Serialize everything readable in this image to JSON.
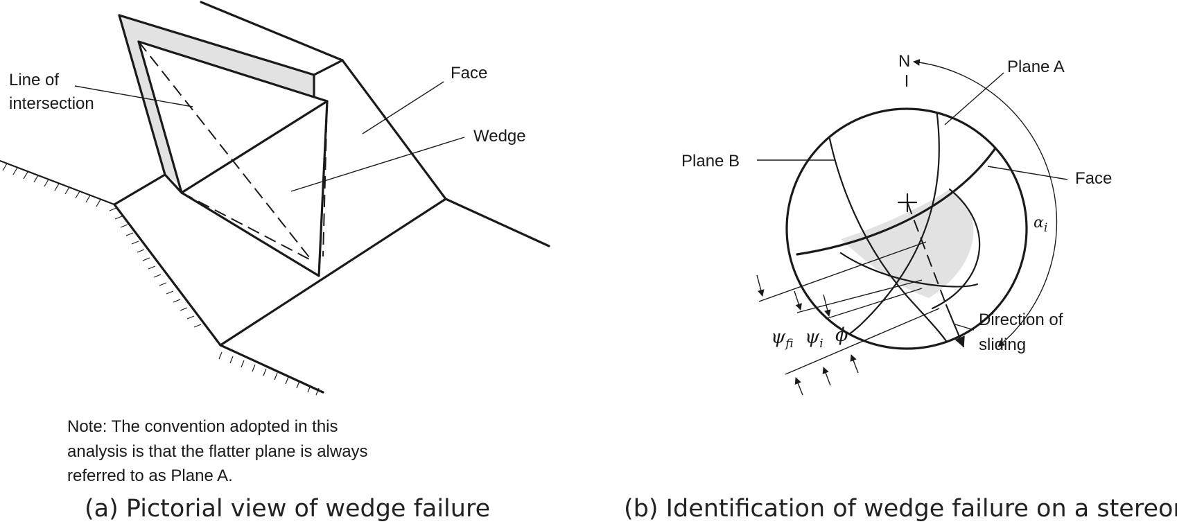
{
  "panel_a": {
    "labels": {
      "line_of_intersection_1": "Line of",
      "line_of_intersection_2": "intersection",
      "face": "Face",
      "wedge": "Wedge"
    },
    "note": {
      "line1": "Note: The convention adopted in this",
      "line2": "analysis is that the flatter plane is always",
      "line3": "referred to as Plane A."
    },
    "caption": "(a) Pictorial view of wedge failure"
  },
  "panel_b": {
    "labels": {
      "north": "N",
      "plane_a": "Plane A",
      "plane_b": "Plane B",
      "face": "Face",
      "alpha": "α",
      "alpha_sub": "i",
      "psi_fi": "ψ",
      "psi_fi_sub": "fi",
      "psi_i": "ψ",
      "psi_i_sub": "i",
      "phi": "ϕ",
      "direction_1": "Direction of",
      "direction_2": "sliding"
    },
    "caption": "(b) Identification of wedge failure on a stereonet"
  },
  "colors": {
    "ink": "#1a1a1a",
    "shade": "#e2e2e2",
    "background": "#ffffff"
  }
}
